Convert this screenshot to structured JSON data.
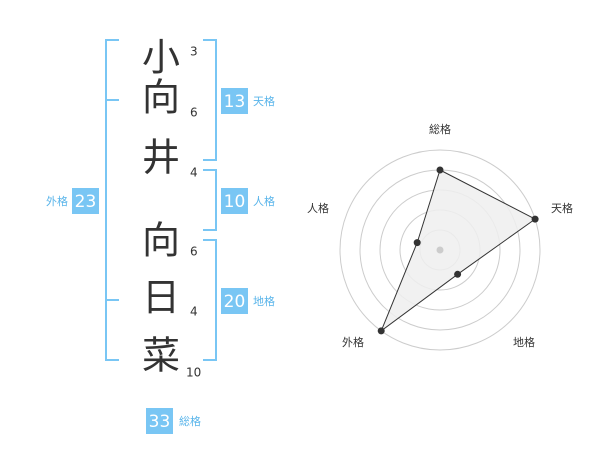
{
  "colors": {
    "accent": "#79c6f4",
    "label": "#58b4ea",
    "text": "#333333",
    "radar_fill": "#efefef",
    "radar_ring": "#cccccc",
    "radar_line": "#333333"
  },
  "surname": [
    {
      "char": "小",
      "strokes": "3"
    },
    {
      "char": "向",
      "strokes": "6"
    },
    {
      "char": "井",
      "strokes": "4"
    }
  ],
  "given_name": [
    {
      "char": "向",
      "strokes": "6"
    },
    {
      "char": "日",
      "strokes": "4"
    },
    {
      "char": "菜",
      "strokes": "10"
    }
  ],
  "fortunes": {
    "tenkaku": {
      "value": "13",
      "label": "天格"
    },
    "jinkaku": {
      "value": "10",
      "label": "人格"
    },
    "chikaku": {
      "value": "20",
      "label": "地格"
    },
    "gaikaku": {
      "value": "23",
      "label": "外格"
    },
    "soukaku": {
      "value": "33",
      "label": "総格"
    }
  },
  "radar": {
    "labels": {
      "soukaku": "総格",
      "tenkaku": "天格",
      "chikaku": "地格",
      "gaikaku": "外格",
      "jinkaku": "人格"
    },
    "rings": 5,
    "values": [
      {
        "axis": "総格",
        "value": 4
      },
      {
        "axis": "天格",
        "value": 5
      },
      {
        "axis": "地格",
        "value": 1.5
      },
      {
        "axis": "外格",
        "value": 5
      },
      {
        "axis": "人格",
        "value": 1.2
      }
    ]
  }
}
